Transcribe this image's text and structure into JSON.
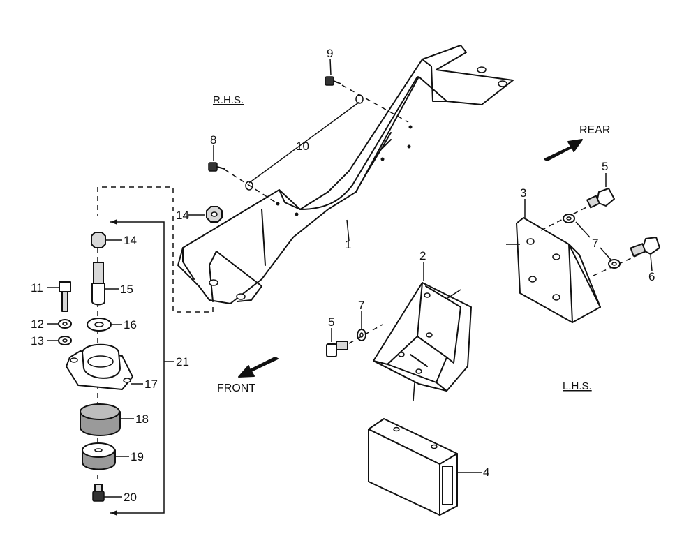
{
  "side_labels": {
    "rhs": "R.H.S.",
    "lhs": "L.H.S."
  },
  "direction_labels": {
    "rear": "REAR",
    "front": "FRONT"
  },
  "callouts": {
    "n1": "1",
    "n2": "2",
    "n3": "3",
    "n4": "4",
    "n5a": "5",
    "n5b": "5",
    "n6": "6",
    "n7a": "7",
    "n7b": "7",
    "n8": "8",
    "n9": "9",
    "n10": "10",
    "n11": "11",
    "n12": "12",
    "n13": "13",
    "n14a": "14",
    "n14b": "14",
    "n15": "15",
    "n16": "16",
    "n17": "17",
    "n18": "18",
    "n19": "19",
    "n20": "20",
    "n21": "21"
  }
}
